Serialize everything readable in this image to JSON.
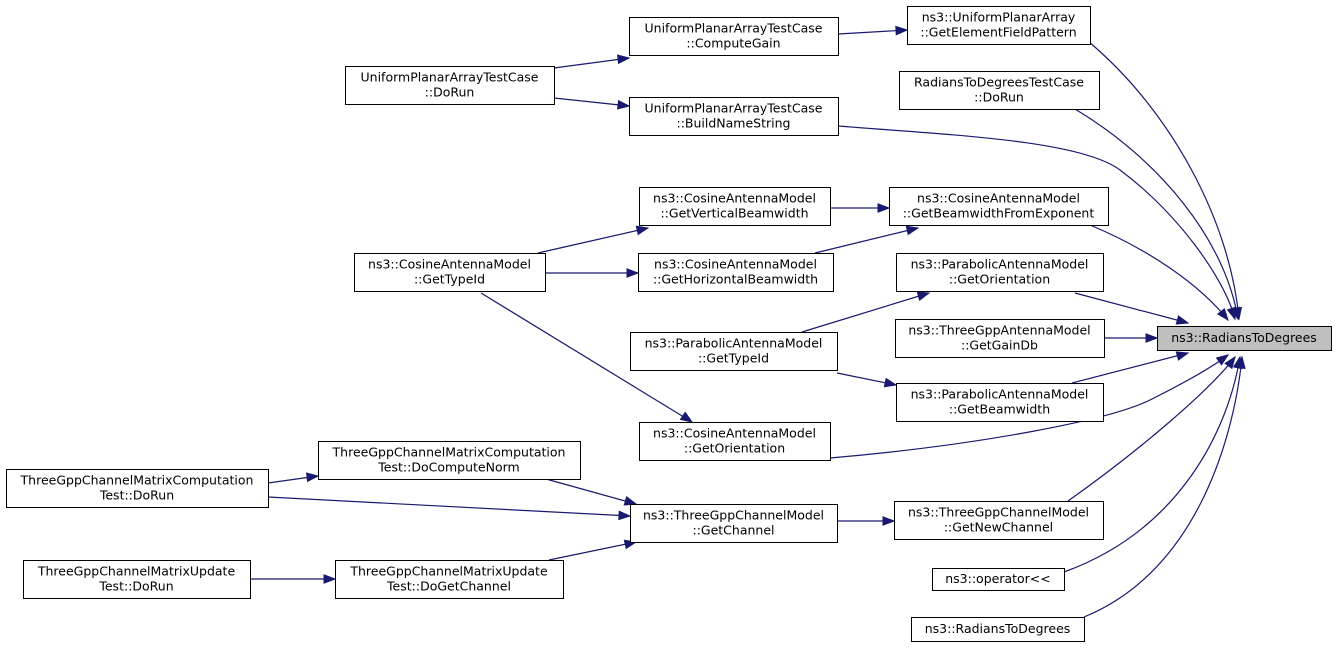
{
  "diagram": {
    "title": "",
    "colors": {
      "edge": "#191970",
      "root_fill": "#bfbfbf",
      "node_fill": "#ffffff",
      "border": "#000000"
    },
    "nodes": [
      {
        "id": "n0",
        "lines": [
          "ns3::RadiansToDegrees"
        ],
        "root": true
      },
      {
        "id": "n1",
        "lines": [
          "ns3::UniformPlanarArray",
          "::GetElementFieldPattern"
        ]
      },
      {
        "id": "n2",
        "lines": [
          "UniformPlanarArrayTestCase",
          "::ComputeGain"
        ]
      },
      {
        "id": "n3",
        "lines": [
          "UniformPlanarArrayTestCase",
          "::DoRun"
        ]
      },
      {
        "id": "n4",
        "lines": [
          "RadiansToDegreesTestCase",
          "::DoRun"
        ]
      },
      {
        "id": "n5",
        "lines": [
          "UniformPlanarArrayTestCase",
          "::BuildNameString"
        ]
      },
      {
        "id": "n6",
        "lines": [
          "ns3::CosineAntennaModel",
          "::GetVerticalBeamwidth"
        ]
      },
      {
        "id": "n7",
        "lines": [
          "ns3::CosineAntennaModel",
          "::GetBeamwidthFromExponent"
        ]
      },
      {
        "id": "n8",
        "lines": [
          "ns3::CosineAntennaModel",
          "::GetTypeId"
        ]
      },
      {
        "id": "n9",
        "lines": [
          "ns3::CosineAntennaModel",
          "::GetHorizontalBeamwidth"
        ]
      },
      {
        "id": "n10",
        "lines": [
          "ns3::ParabolicAntennaModel",
          "::GetOrientation"
        ]
      },
      {
        "id": "n11",
        "lines": [
          "ns3::ThreeGppAntennaModel",
          "::GetGainDb"
        ]
      },
      {
        "id": "n12",
        "lines": [
          "ns3::ParabolicAntennaModel",
          "::GetTypeId"
        ]
      },
      {
        "id": "n13",
        "lines": [
          "ns3::ParabolicAntennaModel",
          "::GetBeamwidth"
        ]
      },
      {
        "id": "n14",
        "lines": [
          "ns3::CosineAntennaModel",
          "::GetOrientation"
        ]
      },
      {
        "id": "n15",
        "lines": [
          "ThreeGppChannelMatrixComputation",
          "Test::DoComputeNorm"
        ]
      },
      {
        "id": "n16",
        "lines": [
          "ThreeGppChannelMatrixComputation",
          "Test::DoRun"
        ]
      },
      {
        "id": "n17",
        "lines": [
          "ns3::ThreeGppChannelModel",
          "::GetChannel"
        ]
      },
      {
        "id": "n18",
        "lines": [
          "ns3::ThreeGppChannelModel",
          "::GetNewChannel"
        ]
      },
      {
        "id": "n19",
        "lines": [
          "ThreeGppChannelMatrixUpdate",
          "Test::DoRun"
        ]
      },
      {
        "id": "n20",
        "lines": [
          "ThreeGppChannelMatrixUpdate",
          "Test::DoGetChannel"
        ]
      },
      {
        "id": "n21",
        "lines": [
          "ns3::operator<<"
        ]
      },
      {
        "id": "n22",
        "lines": [
          "ns3::RadiansToDegrees"
        ]
      }
    ],
    "edges": [
      [
        "n1",
        "n0"
      ],
      [
        "n4",
        "n0"
      ],
      [
        "n5",
        "n0"
      ],
      [
        "n7",
        "n0"
      ],
      [
        "n10",
        "n0"
      ],
      [
        "n11",
        "n0"
      ],
      [
        "n13",
        "n0"
      ],
      [
        "n14",
        "n0"
      ],
      [
        "n18",
        "n0"
      ],
      [
        "n21",
        "n0"
      ],
      [
        "n22",
        "n0"
      ],
      [
        "n2",
        "n1"
      ],
      [
        "n3",
        "n2"
      ],
      [
        "n3",
        "n5"
      ],
      [
        "n6",
        "n7"
      ],
      [
        "n9",
        "n7"
      ],
      [
        "n8",
        "n6"
      ],
      [
        "n8",
        "n9"
      ],
      [
        "n8",
        "n14"
      ],
      [
        "n12",
        "n10"
      ],
      [
        "n12",
        "n13"
      ],
      [
        "n17",
        "n18"
      ],
      [
        "n15",
        "n17"
      ],
      [
        "n16",
        "n15"
      ],
      [
        "n16",
        "n17"
      ],
      [
        "n20",
        "n17"
      ],
      [
        "n19",
        "n20"
      ]
    ]
  }
}
